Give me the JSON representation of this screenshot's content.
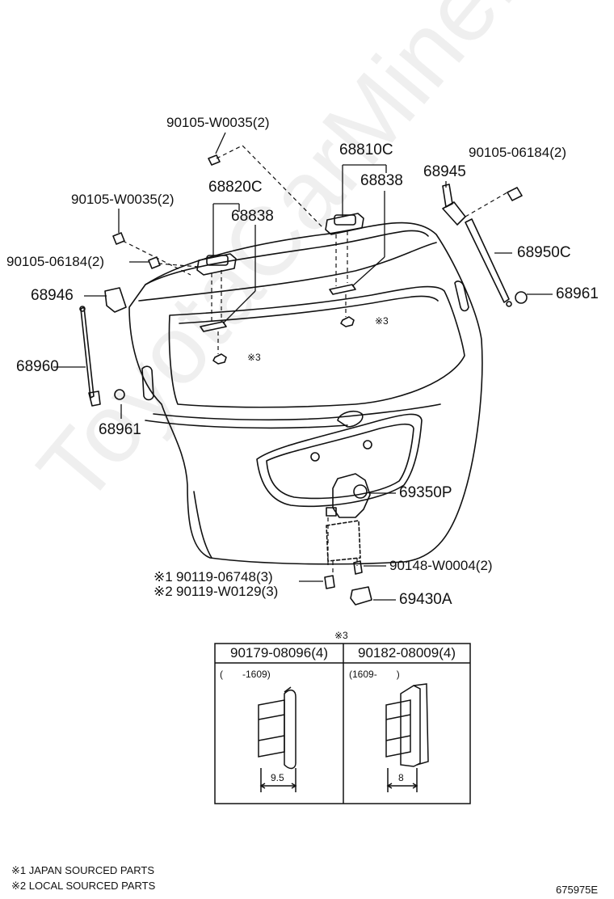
{
  "watermark": "ToyotaCarMine.ru",
  "parts": {
    "bolt_top": "90105-W0035(2)",
    "bolt_left": "90105-W0035(2)",
    "bolt_left2": "90105-06184(2)",
    "bolt_right": "90105-06184(2)",
    "hinge_left": "68820C",
    "hinge_left_sub": "68838",
    "hinge_right": "68810C",
    "hinge_right_sub": "68838",
    "bracket_right": "68945",
    "stay_right": "68950C",
    "clip_right": "68961",
    "bracket_left": "68946",
    "stay_left": "68960",
    "clip_left": "68961",
    "lock": "69350P",
    "screw": "90148-W0004(2)",
    "striker": "69430A",
    "bolt_bottom_1": "90119-06748(3)",
    "bolt_bottom_2": "90119-W0129(3)",
    "mark_1": "※1",
    "mark_2": "※2",
    "mark_3": "※3"
  },
  "table": {
    "title": "※3",
    "col1_part": "90179-08096(4)",
    "col2_part": "90182-08009(4)",
    "col1_range": "(　　-1609)",
    "col2_range": "(1609-　　)",
    "col1_dim": "9.5",
    "col2_dim": "8"
  },
  "notes": {
    "note1": "※1 JAPAN SOURCED PARTS",
    "note2": "※2 LOCAL SOURCED PARTS"
  },
  "figure_id": "675975E"
}
